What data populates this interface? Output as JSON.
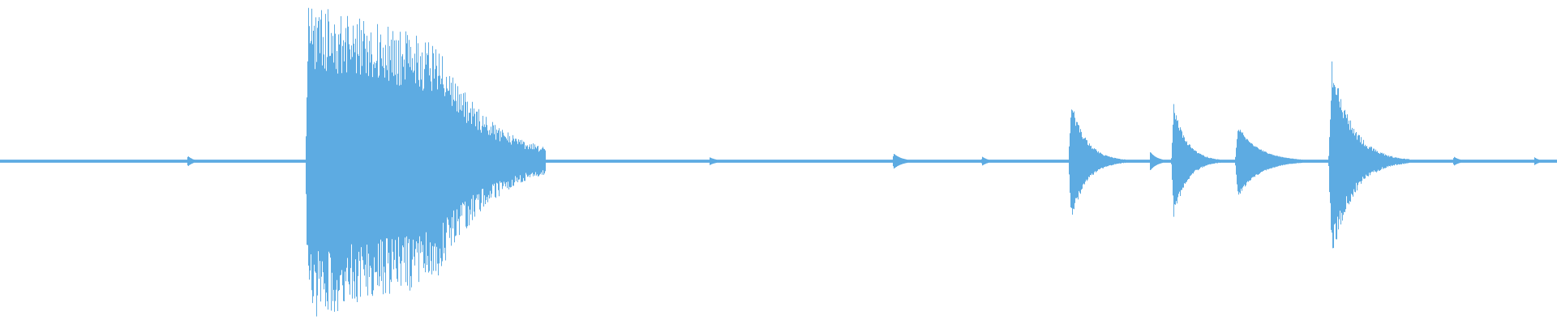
{
  "waveform": {
    "color": "#5dabe2",
    "background": "#ffffff",
    "duration_fraction_note": "",
    "segments": [
      {
        "name": "noise-floor",
        "start": 0.0,
        "end": 1.0,
        "peak": 0.01,
        "noise": 0.004,
        "decay": 0.0
      },
      {
        "name": "blip-1",
        "start": 0.12,
        "end": 0.13,
        "peak": 0.035,
        "noise": 0.02,
        "decay": 3.0
      },
      {
        "name": "burst-main",
        "start": 0.196,
        "end": 0.35,
        "peak": 0.82,
        "noise": 0.28,
        "decay": 1.2,
        "sustain": 0.55
      },
      {
        "name": "blip-2",
        "start": 0.455,
        "end": 0.47,
        "peak": 0.025,
        "noise": 0.01,
        "decay": 3.0
      },
      {
        "name": "blip-3",
        "start": 0.573,
        "end": 0.59,
        "peak": 0.05,
        "noise": 0.02,
        "decay": 3.0
      },
      {
        "name": "blip-4",
        "start": 0.63,
        "end": 0.642,
        "peak": 0.03,
        "noise": 0.01,
        "decay": 3.0
      },
      {
        "name": "hit-1",
        "start": 0.686,
        "end": 0.73,
        "peak": 0.35,
        "noise": 0.12,
        "decay": 4.5
      },
      {
        "name": "hit-2",
        "start": 0.738,
        "end": 0.752,
        "peak": 0.06,
        "noise": 0.02,
        "decay": 3.0
      },
      {
        "name": "hit-3",
        "start": 0.752,
        "end": 0.79,
        "peak": 0.34,
        "noise": 0.12,
        "decay": 4.5
      },
      {
        "name": "hit-4",
        "start": 0.793,
        "end": 0.84,
        "peak": 0.22,
        "noise": 0.07,
        "decay": 3.5
      },
      {
        "name": "hit-5",
        "start": 0.853,
        "end": 0.905,
        "peak": 0.57,
        "noise": 0.18,
        "decay": 4.0
      },
      {
        "name": "blip-5",
        "start": 0.933,
        "end": 0.945,
        "peak": 0.03,
        "noise": 0.01,
        "decay": 3.0
      },
      {
        "name": "blip-6",
        "start": 0.985,
        "end": 0.995,
        "peak": 0.025,
        "noise": 0.01,
        "decay": 3.0
      }
    ]
  }
}
